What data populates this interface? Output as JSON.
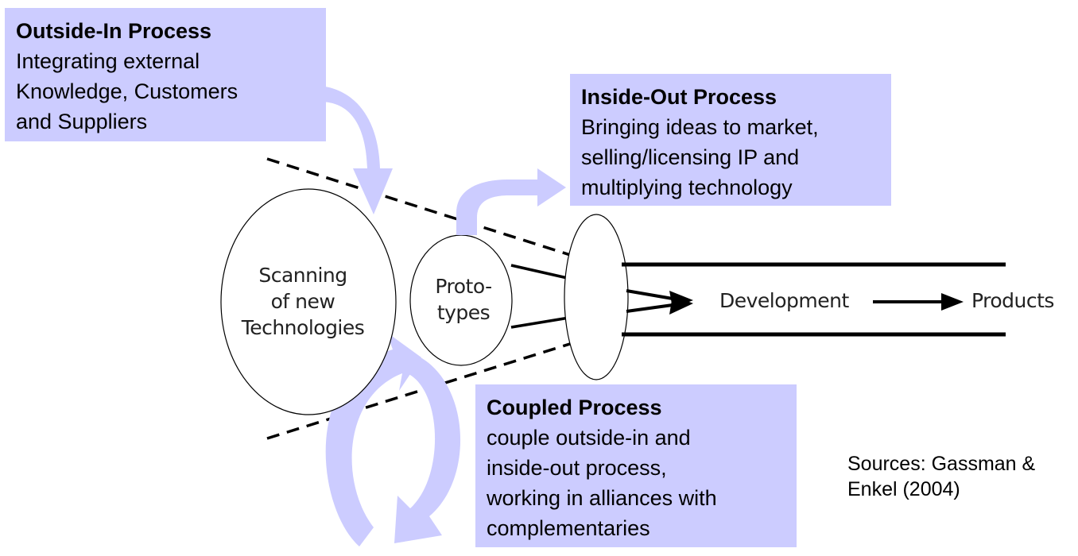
{
  "colors": {
    "box_fill": "#ccccff",
    "arrow_fill": "#ccccff",
    "line": "#000000"
  },
  "outside_in": {
    "title": "Outside-In Process",
    "lines": [
      "Integrating external",
      "Knowledge, Customers",
      "and Suppliers"
    ]
  },
  "inside_out": {
    "title": "Inside-Out Process",
    "lines": [
      "Bringing ideas to market,",
      "selling/licensing IP and",
      "multiplying technology"
    ]
  },
  "coupled": {
    "title": "Coupled Process",
    "lines": [
      "couple outside-in and",
      "inside-out process,",
      "working in alliances with",
      "complementaries"
    ]
  },
  "nodes": {
    "scanning": [
      "Scanning",
      "of new",
      "Technologies"
    ],
    "prototypes": [
      "Proto-",
      "types"
    ],
    "development": "Development",
    "products": "Products"
  },
  "sources": [
    "Sources: Gassman &",
    "Enkel (2004)"
  ]
}
